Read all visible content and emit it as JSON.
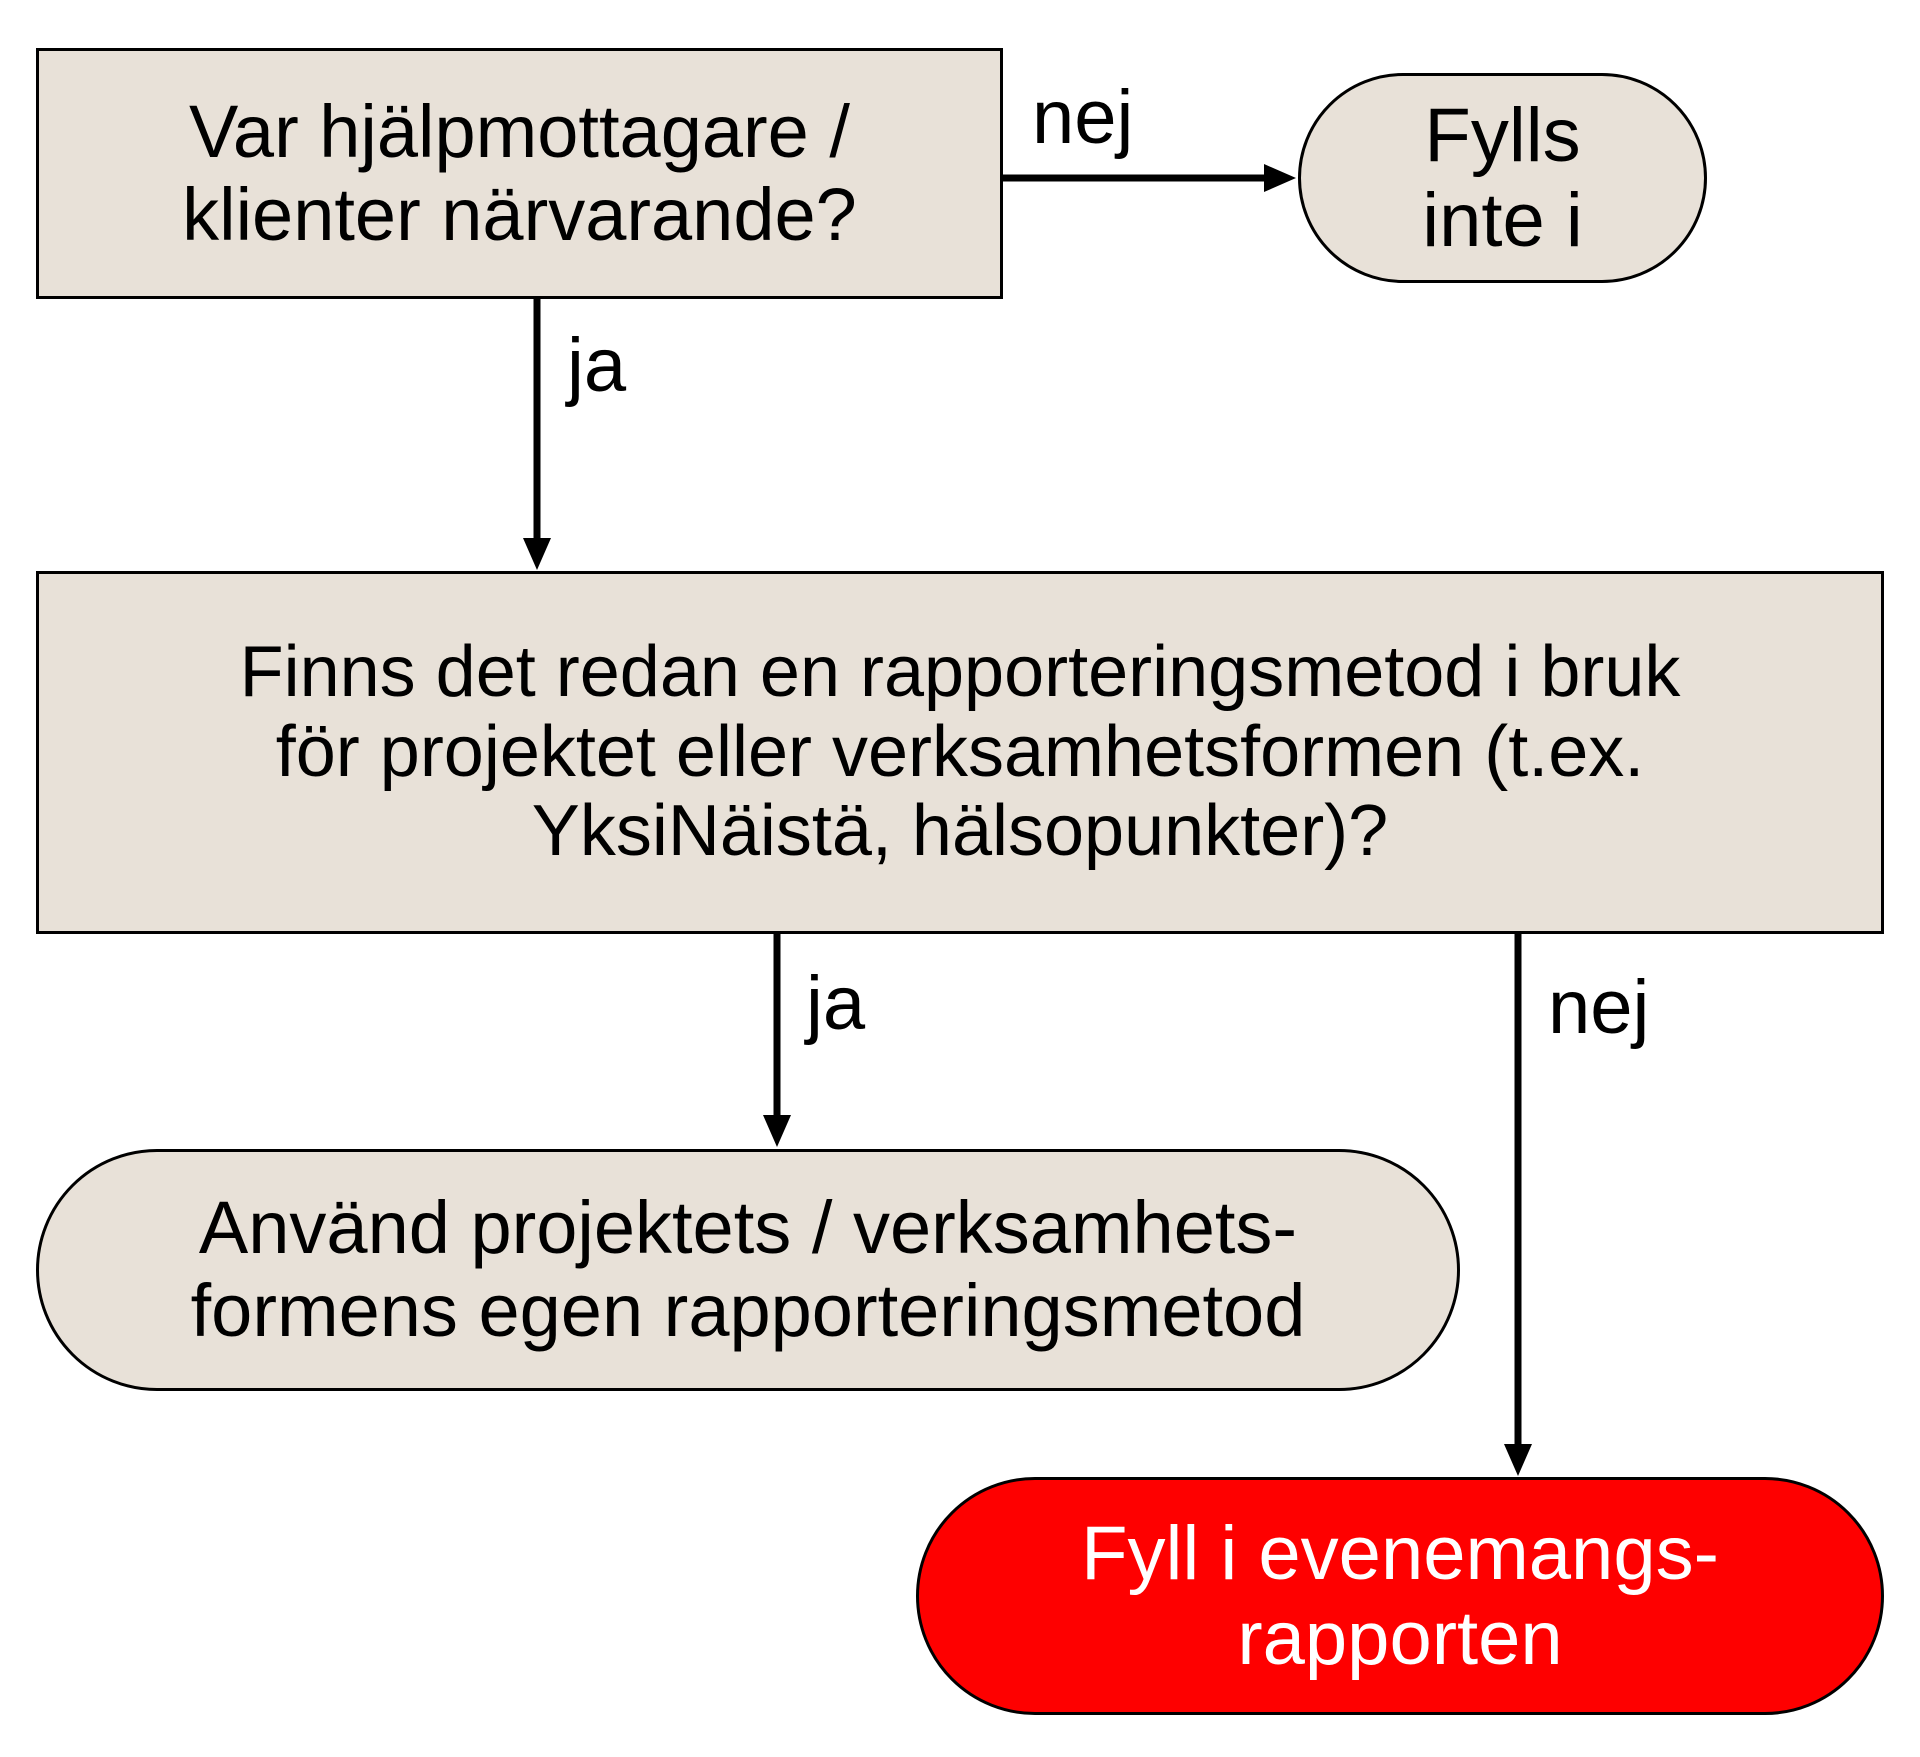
{
  "colors": {
    "node_fill": "#e8e1d8",
    "terminal_fill_highlight": "#fe0000",
    "highlight_text": "#ffffff",
    "stroke": "#000000"
  },
  "nodes": {
    "question1": {
      "lines": [
        "Var hjälpmottagare /",
        "klienter närvarande?"
      ]
    },
    "not_filled": {
      "lines": [
        "Fylls",
        "inte i"
      ]
    },
    "question2": {
      "lines": [
        "Finns det redan en rapporteringsmetod i bruk",
        "för projektet eller verksamhetsformen (t.ex.",
        "YksiNäistä, hälsopunkter)?"
      ]
    },
    "use_own_method": {
      "lines": [
        "Använd projektets / verksamhets-",
        "formens egen rapporteringsmetod"
      ]
    },
    "fill_report": {
      "lines": [
        "Fyll i evenemangs-",
        "rapporten"
      ]
    }
  },
  "edges": {
    "q1_no": {
      "label": "nej"
    },
    "q1_yes": {
      "label": "ja"
    },
    "q2_yes": {
      "label": "ja"
    },
    "q2_no": {
      "label": "nej"
    }
  }
}
